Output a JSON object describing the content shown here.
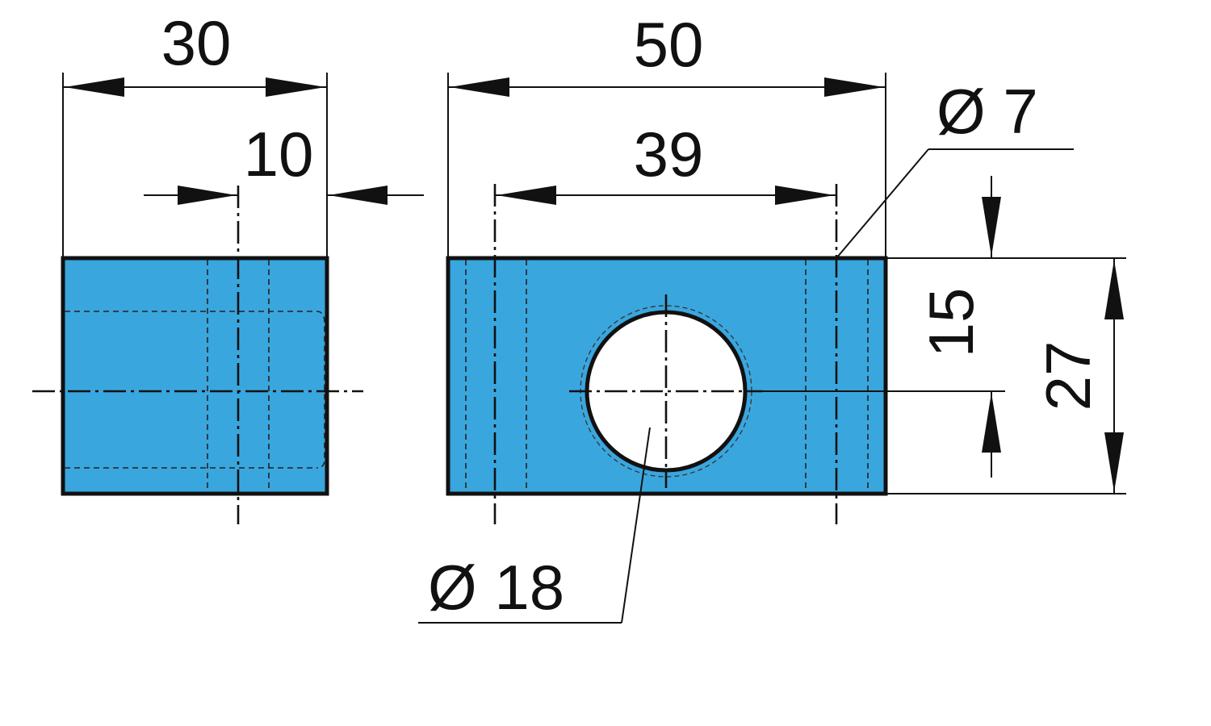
{
  "dimensions": {
    "side_width": "30",
    "side_offset": "10",
    "front_length": "50",
    "hole_spacing": "39",
    "small_hole_diameter": "Ø 7",
    "large_hole_diameter": "Ø 18",
    "center_height": "15",
    "total_height": "27"
  },
  "colors": {
    "part_fill": "#3aa6de",
    "line": "#111111",
    "background": "#ffffff"
  }
}
